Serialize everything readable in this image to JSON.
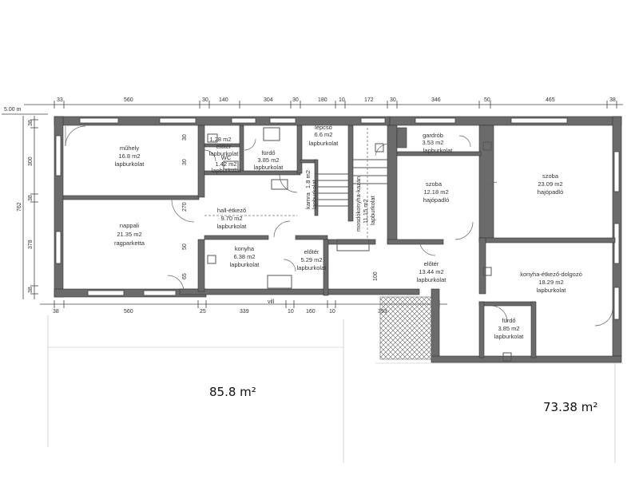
{
  "dimensions": {
    "top": [
      "33",
      "560",
      "30",
      "140",
      "304",
      "30",
      "180",
      "10",
      "172",
      "30",
      "346",
      "50",
      "465",
      "38"
    ],
    "bottom": [
      "38",
      "560",
      "25",
      "339",
      "10",
      "160",
      "10",
      "393"
    ],
    "left": [
      "38",
      "300",
      "38",
      "378",
      "38"
    ],
    "left_total": "762",
    "left_level": "5.00 m",
    "door_note": "100",
    "wall_note": "vill",
    "side_small": [
      "30",
      "30",
      "50",
      "65",
      "270"
    ]
  },
  "rooms": {
    "muhely": {
      "name": "műhely",
      "area": "16.8 m2",
      "floor": "lapburkolat"
    },
    "nappali": {
      "name": "nappali",
      "area": "21.35 m2",
      "floor": "ragparketta"
    },
    "eloter_small": {
      "area": "1.28 m2",
      "name": "előtér",
      "floor": "lapburkolat"
    },
    "wc": {
      "name": "WC",
      "area": "1.42 m2",
      "floor": "lapburkolat"
    },
    "furdo1": {
      "name": "fürdő",
      "area": "3.85 m2",
      "floor": "lapburkolat"
    },
    "kamra": {
      "name": "kamra",
      "area": "1.8 m2",
      "floor": "lapburkolat"
    },
    "lepcso": {
      "name": "lépcső",
      "area": "6.6 m2",
      "floor": "lapburkolat"
    },
    "hall": {
      "name": "hall-étkező",
      "area": "9.70 m2",
      "floor": "lapburkolat"
    },
    "konyha": {
      "name": "konyha",
      "area": "6.38 m2",
      "floor": "lapburkolat"
    },
    "eloter2": {
      "name": "előtér",
      "area": "5.29 m2",
      "floor": "lapburkolat"
    },
    "mosdo": {
      "name": "mosdókonyha-kazán",
      "area": "11.15 m2",
      "floor": "lapburkolat"
    },
    "gardrob": {
      "name": "gardrób",
      "area": "3.53 m2",
      "floor": "lapburkolat"
    },
    "szoba1": {
      "name": "szoba",
      "area": "12.18 m2",
      "floor": "hajópadló"
    },
    "szoba2": {
      "name": "szoba",
      "area": "23.09 m2",
      "floor": "hajópadló"
    },
    "eloter3": {
      "name": "előtér",
      "area": "13.44 m2",
      "floor": "lapburkolat"
    },
    "konyha2": {
      "name": "konyha-étkező-dolgozó",
      "area": "18.29 m2",
      "floor": "lapburkolat"
    },
    "furdo2": {
      "name": "fürdő",
      "area": "3.85 m2",
      "floor": "lapburkolat"
    }
  },
  "totals": {
    "left": "85.8 m²",
    "right": "73.38 m²"
  }
}
